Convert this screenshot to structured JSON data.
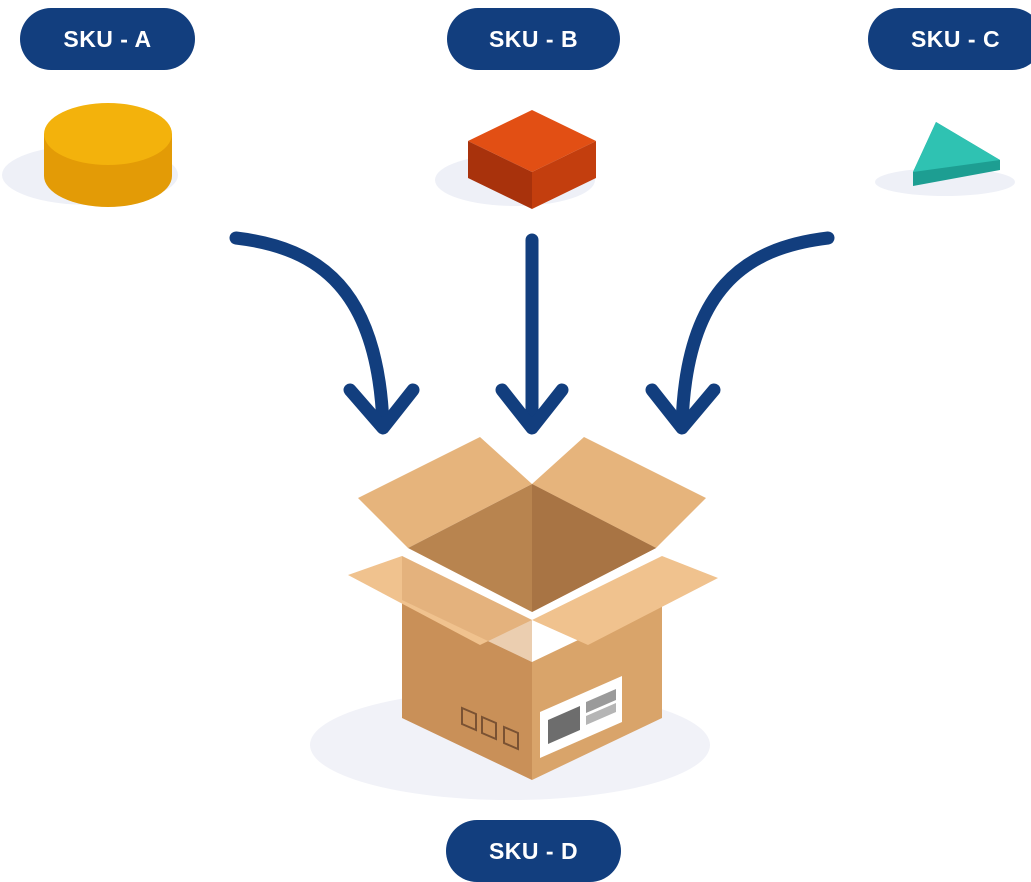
{
  "labels": {
    "sku_a": "SKU - A",
    "sku_b": "SKU - B",
    "sku_c": "SKU - C",
    "sku_d": "SKU - D"
  },
  "colors": {
    "pill": "#123e7e",
    "arrow": "#123e7e",
    "cylinder": "#f2ae0a",
    "cube": "#dc4a12",
    "triangle": "#28b8a8",
    "box": "#d9a56d"
  },
  "icons": [
    "yellow-cylinder-icon",
    "red-cube-icon",
    "teal-triangle-icon",
    "open-cardboard-box-icon"
  ]
}
